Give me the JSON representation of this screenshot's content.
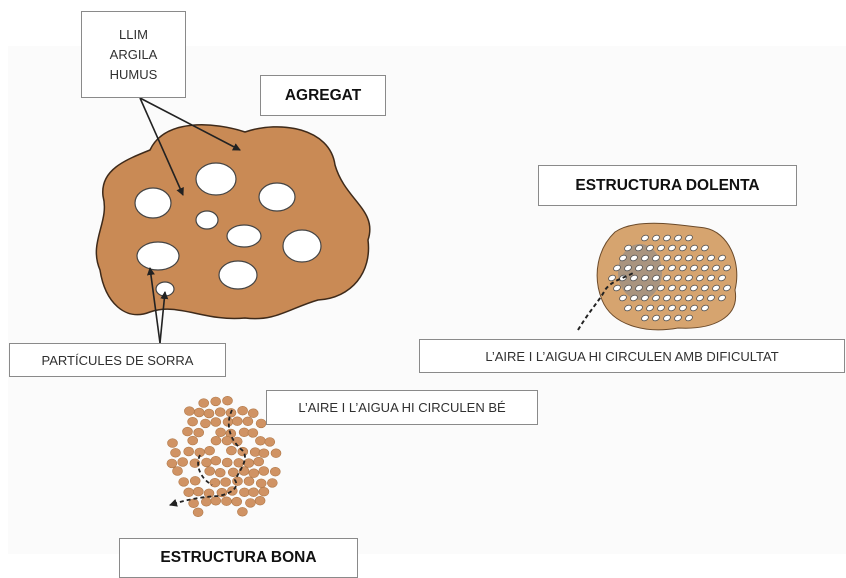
{
  "labels": {
    "components": [
      "LLIM",
      "ARGILA",
      "HUMUS"
    ],
    "agregat": "AGREGAT",
    "estructura_dolenta": "ESTRUCTURA DOLENTA",
    "particules_sorra": "PARTÍCULES DE SORRA",
    "aire_aigua_dificultat": "L’AIRE I L’AIGUA HI CIRCULEN AMB DIFICULTAT",
    "aire_aigua_be": "L’AIRE I L’AIGUA HI CIRCULEN BÉ",
    "estructura_bona": "ESTRUCTURA BONA"
  },
  "colors": {
    "soil": "#c98a55",
    "soil_light": "#d6a46f",
    "sand": "#ffffff",
    "sand_dark": "#3a3a3a",
    "border": "#8a8a8a",
    "text": "#303030"
  }
}
